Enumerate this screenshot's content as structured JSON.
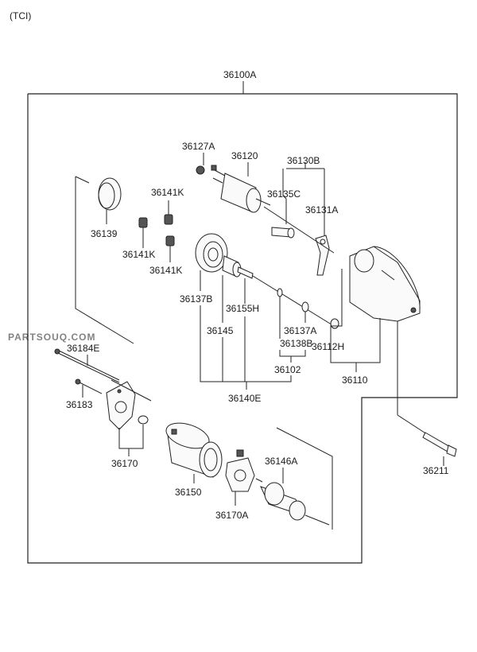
{
  "header": {
    "variant": "(TCI)"
  },
  "assembly_label": "36100A",
  "watermark": "PARTSOUQ.COM",
  "callouts": {
    "c36127A": "36127A",
    "c36120": "36120",
    "c36130B": "36130B",
    "c36141K_top": "36141K",
    "c36135C": "36135C",
    "c36131A": "36131A",
    "c36139": "36139",
    "c36141K_left": "36141K",
    "c36141K_bottom": "36141K",
    "c36137B": "36137B",
    "c36155H": "36155H",
    "c36145": "36145",
    "c36137A": "36137A",
    "c36138B": "36138B",
    "c36112H": "36112H",
    "c36102": "36102",
    "c36110": "36110",
    "c36140E": "36140E",
    "c36184E": "36184E",
    "c36183": "36183",
    "c36170": "36170",
    "c36150": "36150",
    "c36146A": "36146A",
    "c36170A": "36170A",
    "c36211": "36211"
  }
}
